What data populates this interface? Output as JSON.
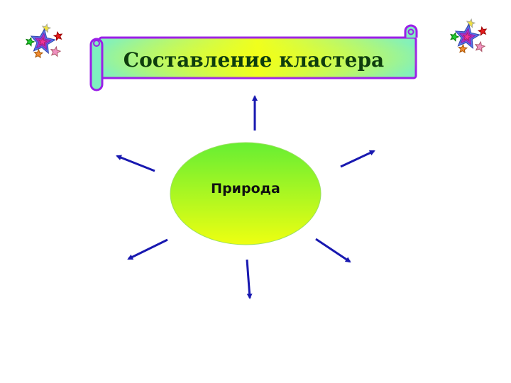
{
  "title": "Составление кластера",
  "center": "Природа",
  "colors": {
    "banner_border": "#9b1fe8",
    "banner_edge": "#7ff0c0",
    "banner_center": "#eeff22",
    "ellipse_top": "#66ee33",
    "ellipse_bottom": "#eeff11",
    "arrow": "#1818b0"
  },
  "arrows": [
    "up",
    "up-left",
    "up-right",
    "down-left",
    "down-right",
    "down"
  ]
}
